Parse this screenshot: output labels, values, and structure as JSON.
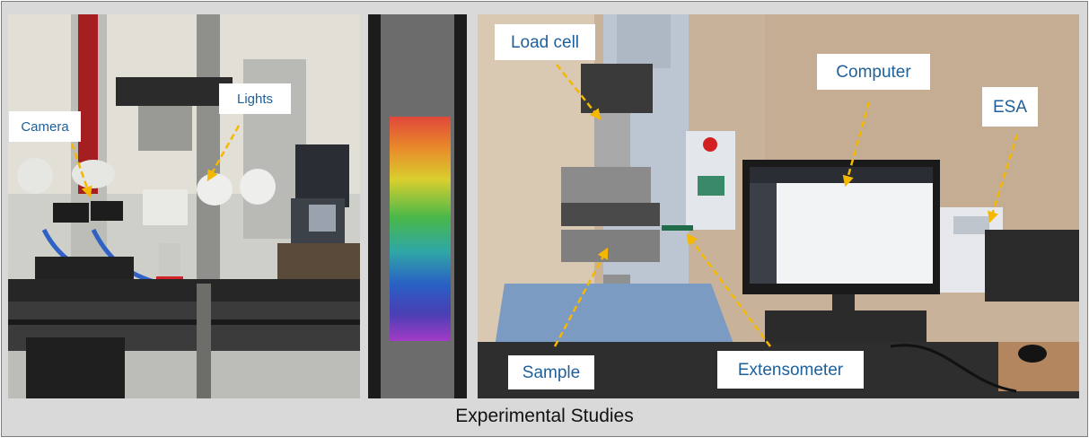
{
  "figure": {
    "caption": "Experimental Studies",
    "labels": {
      "camera": "Camera",
      "lights": "Lights",
      "load_cell": "Load cell",
      "computer": "Computer",
      "esa": "ESA",
      "sample": "Sample",
      "extensometer": "Extensometer"
    },
    "colors": {
      "label_text": "#1f5f9a",
      "arrow": "#f5b800",
      "background": "#d9d9d9"
    }
  }
}
